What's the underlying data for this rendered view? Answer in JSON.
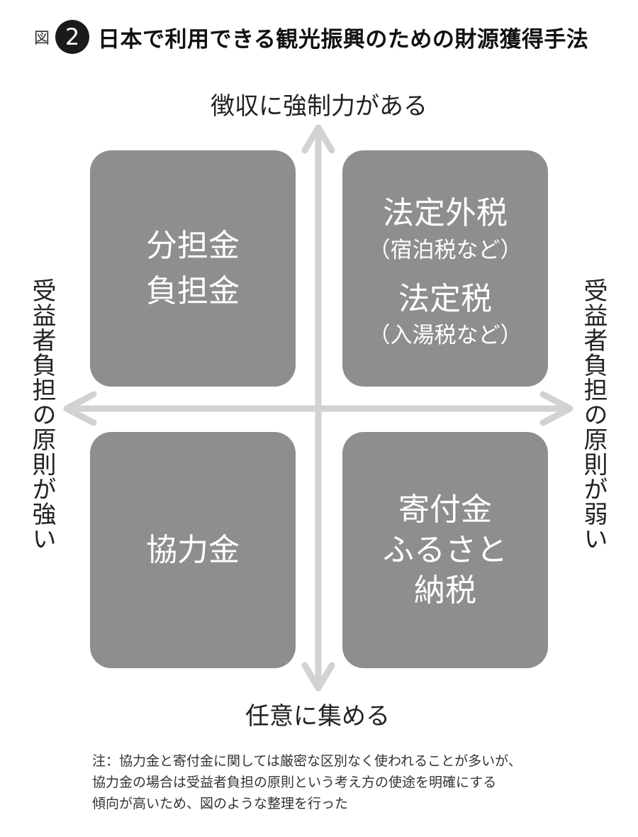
{
  "header": {
    "prefix": "図",
    "number": "2",
    "title": "日本で利用できる観光振興のための財源獲得手法"
  },
  "axes": {
    "top": "徴収に強制力がある",
    "bottom": "任意に集める",
    "left": "受益者負担の原則が強い",
    "right": "受益者負担の原則が弱い"
  },
  "quadrants": {
    "top_left": {
      "line1": "分担金",
      "line2": "負担金"
    },
    "top_right": {
      "line1": "法定外税",
      "line2": "（宿泊税など）",
      "line3": "法定税",
      "line4": "（入湯税など）"
    },
    "bottom_left": {
      "line1": "協力金"
    },
    "bottom_right": {
      "line1": "寄付金",
      "line2": "ふるさと",
      "line3": "納税"
    }
  },
  "note": {
    "line1": "注：協力金と寄付金に関しては厳密な区別なく使われることが多いが、",
    "line2": "協力金の場合は受益者負担の原則という考え方の使途を明確にする",
    "line3": "傾向が高いため、図のような整理を行った"
  },
  "colors": {
    "box": "#8e8e90",
    "axis": "#d2d2d2",
    "text": "#222222"
  }
}
